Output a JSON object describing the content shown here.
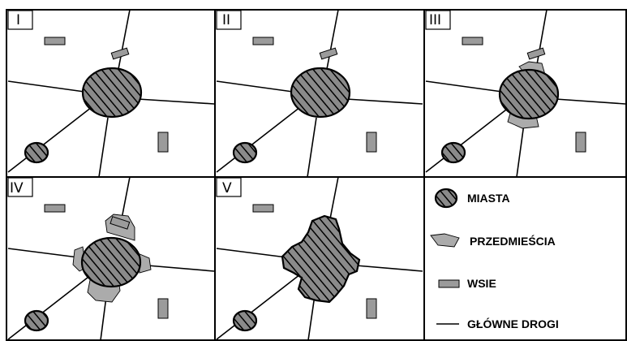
{
  "panels": [
    {
      "label": "I"
    },
    {
      "label": "II"
    },
    {
      "label": "III"
    },
    {
      "label": "IV"
    },
    {
      "label": "V"
    }
  ],
  "legend": {
    "cities": "MIASTA",
    "suburbs": "PRZEDMIEŚCIA",
    "villages": "WSIE",
    "main_roads": "GŁÓWNE DROGI"
  },
  "colors": {
    "hatch_bg": "#8a8a8a",
    "suburb_fill": "#ababab",
    "village_fill": "#9b9b9b",
    "line": "#000000"
  }
}
